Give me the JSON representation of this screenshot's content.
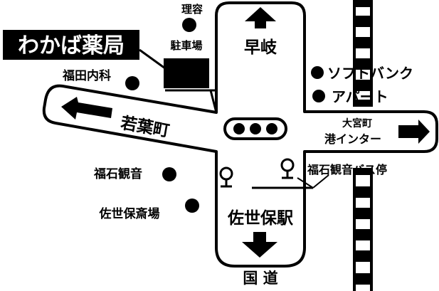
{
  "title": "わかば薬局",
  "roads": {
    "north": "早岐",
    "south": "佐世保駅",
    "west": "若葉町",
    "east_line1": "大宮町",
    "east_line2": "港インター",
    "bottom": "国 道"
  },
  "landmarks": {
    "barber": "理容",
    "parking": "駐車場",
    "clinic": "福田内科",
    "softbank": "ソフトバンク",
    "apartment": "アパート",
    "kannon": "福石観音",
    "hall": "佐世保斎場",
    "bus_stop": "福石観音バス停"
  },
  "colors": {
    "ink": "#000000",
    "paper": "#ffffff"
  }
}
